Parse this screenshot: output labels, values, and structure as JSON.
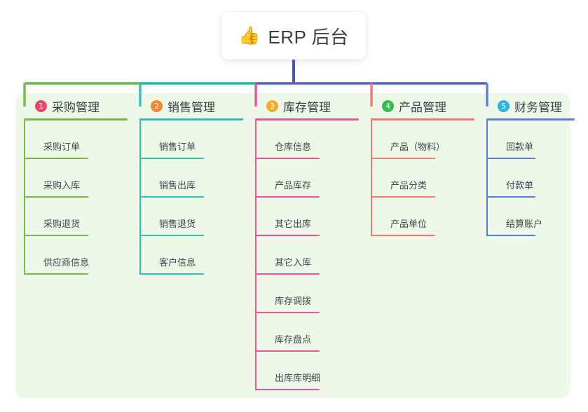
{
  "root": {
    "icon": "thumbs-up-icon",
    "icon_glyph": "👍",
    "title": "ERP 后台"
  },
  "palette": {
    "panel_bg": "#eef8e9",
    "page_bg": "#ffffff",
    "trunk": "#4158b5",
    "bar_left": "#6fb94a",
    "bar_mid": "#13bda0",
    "bar_right": "#5560c8"
  },
  "columns": [
    {
      "index": "1",
      "badge_color": "#f0436e",
      "line_color": "#7ab84a",
      "title": "采购管理",
      "leaves": [
        {
          "label": "采购订单"
        },
        {
          "label": "采购入库"
        },
        {
          "label": "采购退货"
        },
        {
          "label": "供应商信息"
        }
      ]
    },
    {
      "index": "2",
      "badge_color": "#f58634",
      "line_color": "#2fc2b4",
      "title": "销售管理",
      "leaves": [
        {
          "label": "销售订单"
        },
        {
          "label": "销售出库"
        },
        {
          "label": "销售退货"
        },
        {
          "label": "客户信息"
        }
      ]
    },
    {
      "index": "3",
      "badge_color": "#f6ad2b",
      "line_color": "#ef529a",
      "title": "库存管理",
      "leaves": [
        {
          "label": "仓库信息"
        },
        {
          "label": "产品库存"
        },
        {
          "label": "其它出库"
        },
        {
          "label": "其它入库"
        },
        {
          "label": "库存调拨"
        },
        {
          "label": "库存盘点"
        },
        {
          "label": "出库库明细"
        }
      ]
    },
    {
      "index": "4",
      "badge_color": "#2fbf4f",
      "line_color": "#f4796f",
      "title": "产品管理",
      "leaves": [
        {
          "label": "产品（物料）"
        },
        {
          "label": "产品分类"
        },
        {
          "label": "产品单位"
        }
      ]
    },
    {
      "index": "5",
      "badge_color": "#29b6e8",
      "line_color": "#5a7fd6",
      "title": "财务管理",
      "leaves": [
        {
          "label": "回款单"
        },
        {
          "label": "付款单"
        },
        {
          "label": "结算账户"
        }
      ]
    }
  ]
}
